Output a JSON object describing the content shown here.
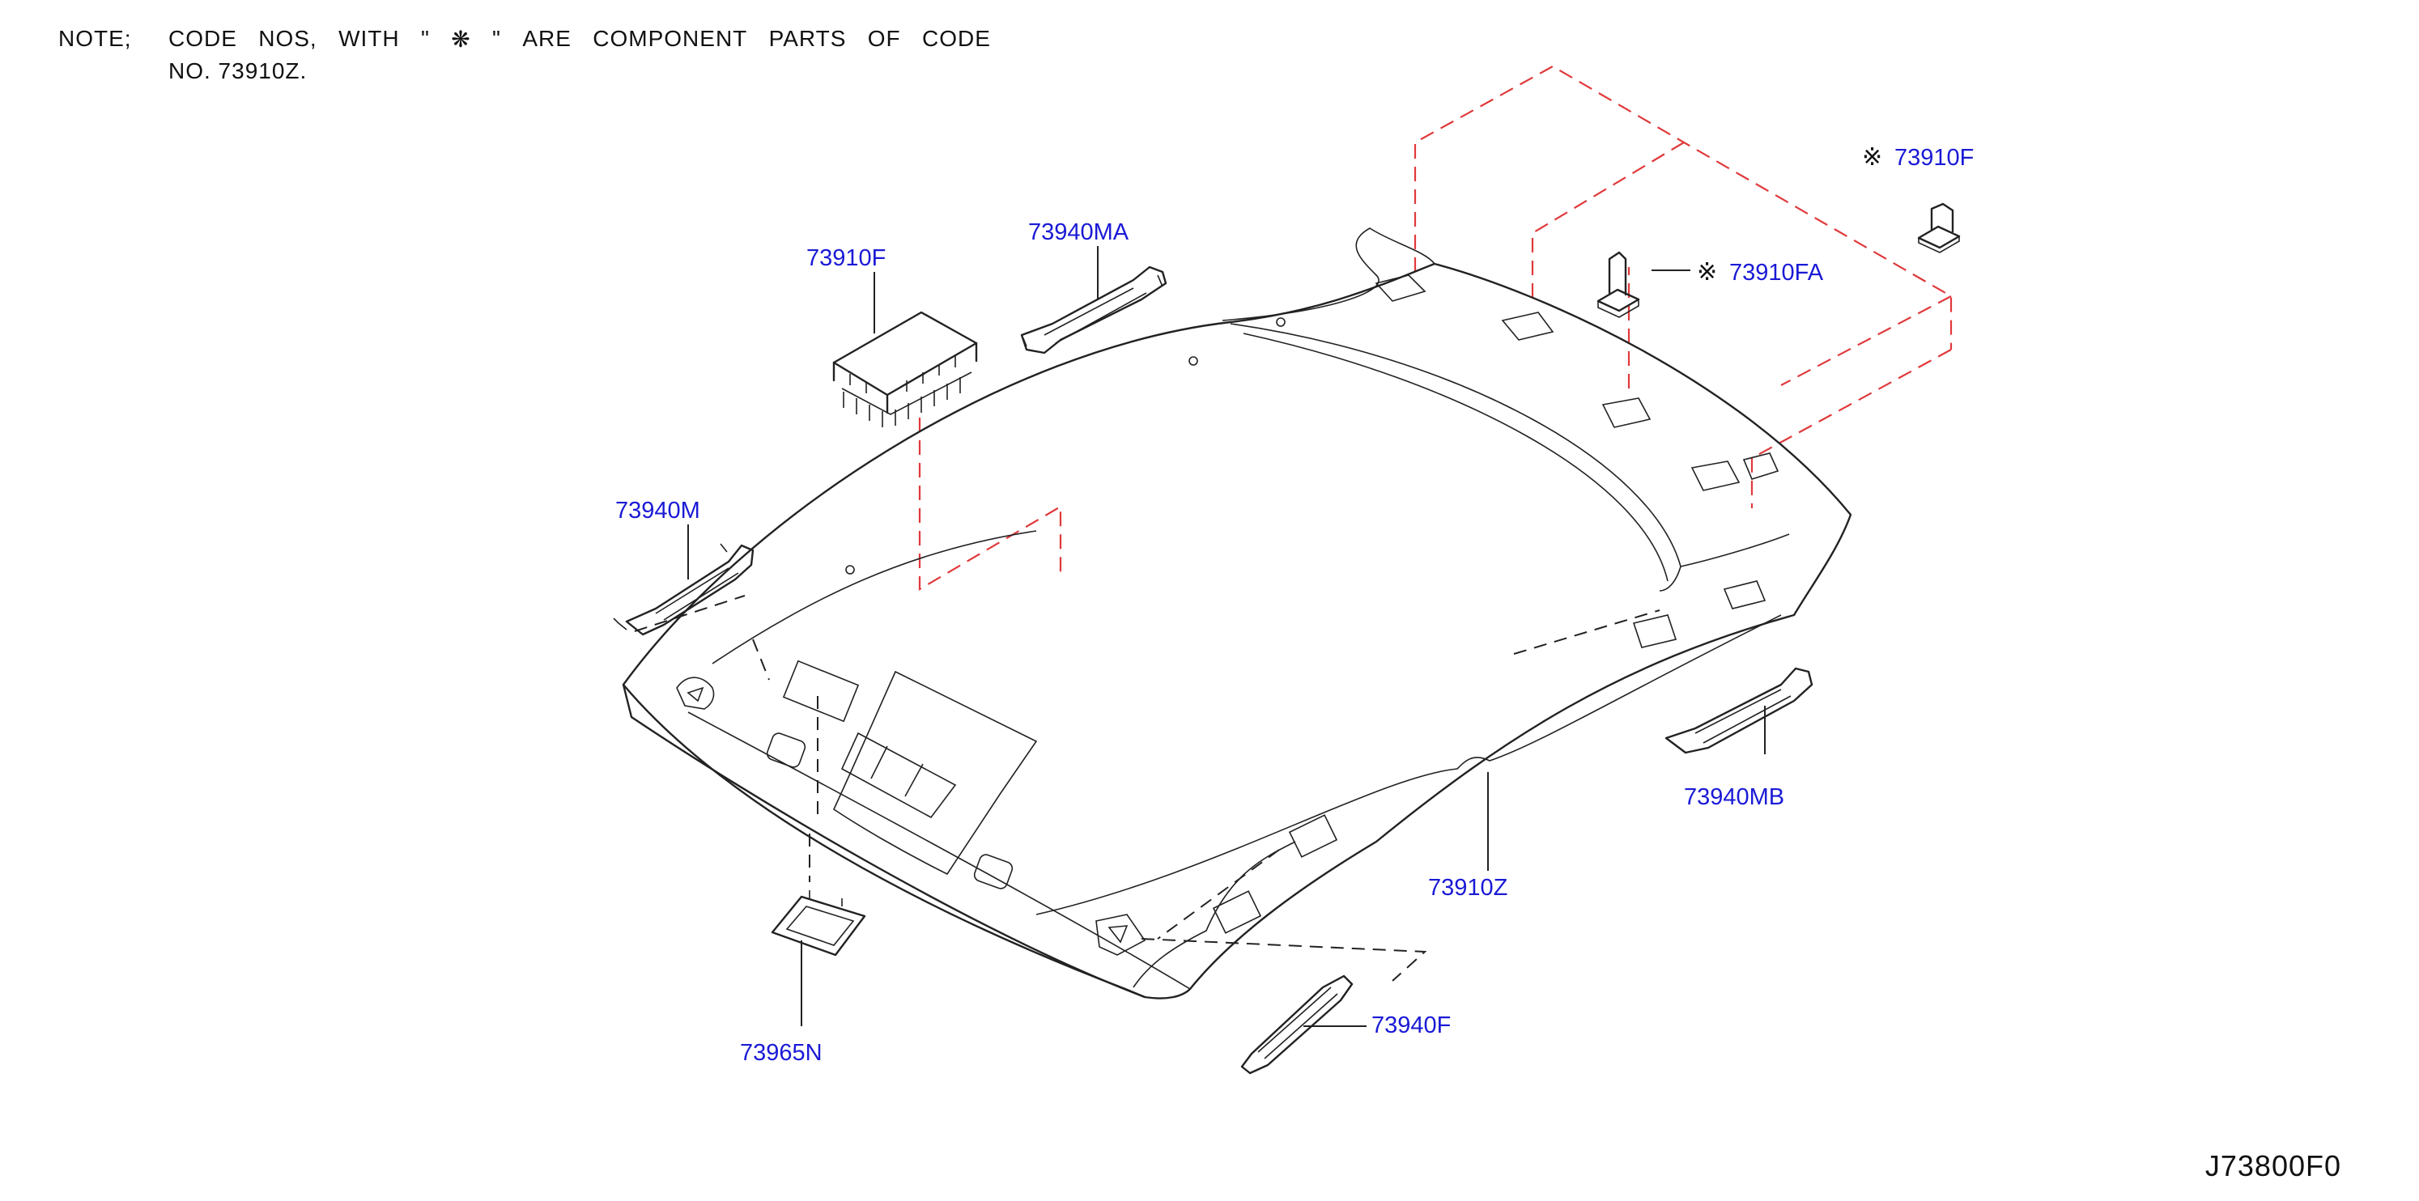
{
  "note": {
    "prefix": "NOTE;",
    "words": [
      "CODE",
      "NOS,",
      "WITH",
      "\"",
      "❋",
      "\"",
      "ARE",
      "COMPONENT",
      "PARTS",
      "OF",
      "CODE"
    ],
    "line2": "NO. 73910Z."
  },
  "callouts": [
    {
      "id": "73910F-top-right",
      "text": "73910F",
      "marker": "※"
    },
    {
      "id": "73910FA",
      "text": "73910FA",
      "marker": "※"
    },
    {
      "id": "73940MA",
      "text": "73940MA"
    },
    {
      "id": "73910F-left",
      "text": "73910F"
    },
    {
      "id": "73940M",
      "text": "73940M"
    },
    {
      "id": "73940MB",
      "text": "73940MB"
    },
    {
      "id": "73910Z",
      "text": "73910Z"
    },
    {
      "id": "73965N",
      "text": "73965N"
    },
    {
      "id": "73940F",
      "text": "73940F"
    }
  ],
  "drawing_number": "J73800F0",
  "colors": {
    "label": "#1a1ad6",
    "line": "#222222",
    "dash": "#e0393b"
  }
}
